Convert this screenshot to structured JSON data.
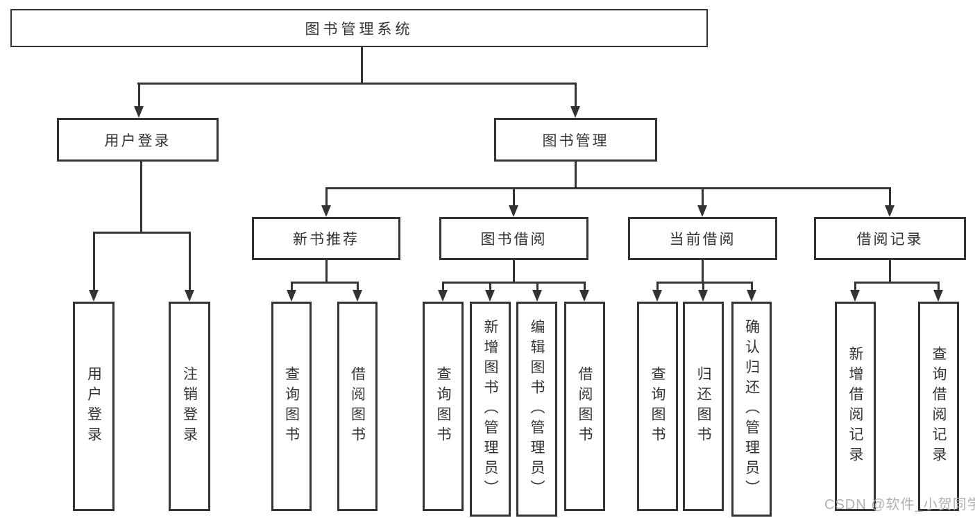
{
  "watermark": {
    "text": "CSDN @软件_小贺同学",
    "color": "#b0b0b0"
  },
  "colors": {
    "line": "#333333",
    "box_border": "#333333",
    "text": "#333333",
    "background": "#ffffff",
    "watermark": "#b0b0b0"
  },
  "tree": {
    "root": {
      "label": "图书管理系统"
    },
    "branches": [
      {
        "label": "用户登录",
        "children": [
          {
            "label": "用户登录"
          },
          {
            "label": "注销登录"
          }
        ]
      },
      {
        "label": "图书管理",
        "children": [
          {
            "label": "新书推荐",
            "children": [
              {
                "label": "查询图书"
              },
              {
                "label": "借阅图书"
              }
            ]
          },
          {
            "label": "图书借阅",
            "children": [
              {
                "label": "查询图书"
              },
              {
                "label": "新增图书（管理员）"
              },
              {
                "label": "编辑图书（管理员）"
              },
              {
                "label": "借阅图书"
              }
            ]
          },
          {
            "label": "当前借阅",
            "children": [
              {
                "label": "查询图书"
              },
              {
                "label": "归还图书"
              },
              {
                "label": "确认归还（管理员）"
              }
            ]
          },
          {
            "label": "借阅记录",
            "children": [
              {
                "label": "新增借阅记录"
              },
              {
                "label": "查询借阅记录"
              }
            ]
          }
        ]
      }
    ]
  }
}
